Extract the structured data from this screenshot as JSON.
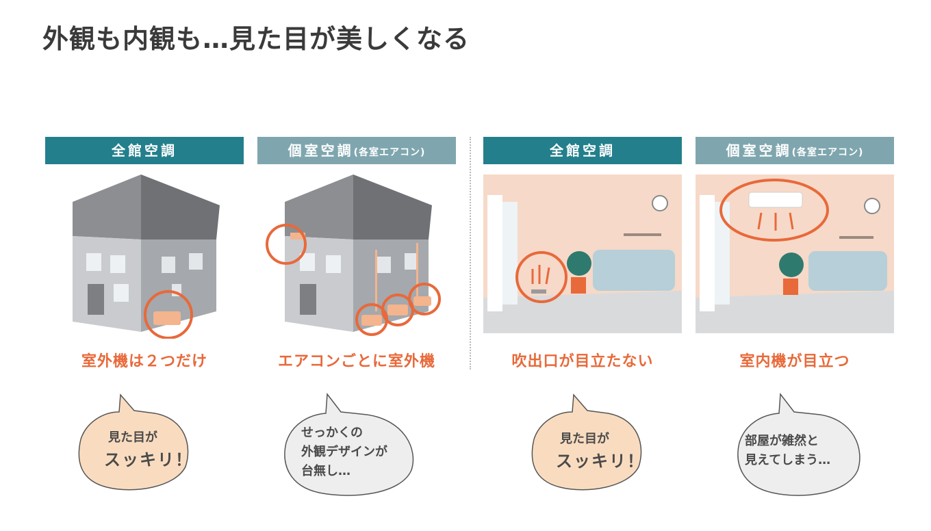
{
  "title": "外観も内観も…見た目が美しくなる",
  "columns": [
    {
      "header_main": "全館空調",
      "header_sub": "",
      "caption": "室外機は２つだけ",
      "bubble_line1": "見た目が",
      "bubble_line2": "スッキリ！"
    },
    {
      "header_main": "個室空調",
      "header_sub": "(各室エアコン)",
      "caption": "エアコンごとに室外機",
      "bubble_line1": "せっかくの",
      "bubble_line2": "外観デザインが",
      "bubble_line3": "台無し…"
    },
    {
      "header_main": "全館空調",
      "header_sub": "",
      "caption": "吹出口が目立たない",
      "bubble_line1": "見た目が",
      "bubble_line2": "スッキリ！"
    },
    {
      "header_main": "個室空調",
      "header_sub": "(各室エアコン)",
      "caption": "室内機が目立つ",
      "bubble_line1": "部屋が雑然と",
      "bubble_line2": "見えてしまう…"
    }
  ],
  "colors": {
    "primary_header": "#237f8c",
    "secondary_header": "#7fa6ae",
    "accent_orange": "#e8693a",
    "bubble_positive": "#f9dcc0",
    "bubble_negative": "#eeeeee",
    "room_wall": "#f6d9c8"
  }
}
